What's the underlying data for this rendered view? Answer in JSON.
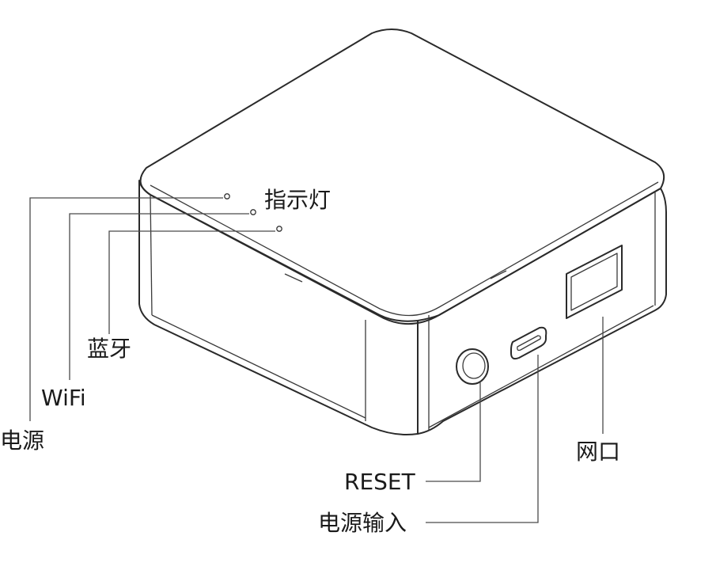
{
  "labels": {
    "indicator": "指示灯",
    "bluetooth": "蓝牙",
    "wifi": "WiFi",
    "power": "电源",
    "network_port": "网口",
    "reset": "RESET",
    "power_input": "电源输入"
  }
}
